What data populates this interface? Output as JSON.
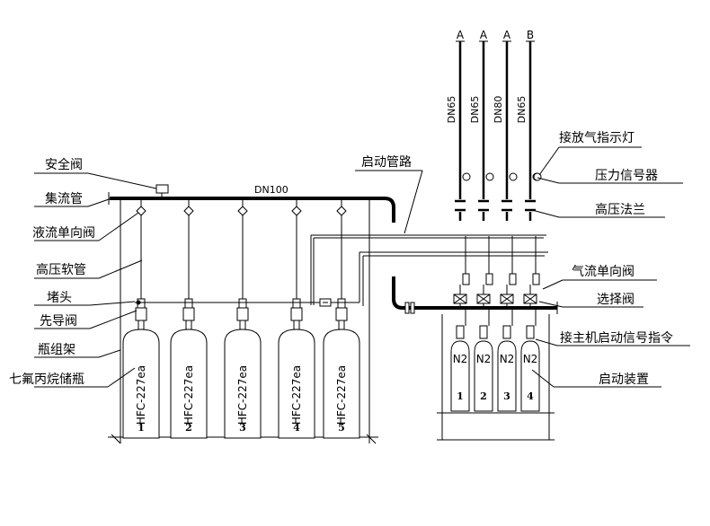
{
  "labels": {
    "safety_valve": "安全阀",
    "manifold": "集流管",
    "liquid_check_valve": "液流单向阀",
    "hp_hose": "高压软管",
    "plug": "堵头",
    "pilot_valve": "先导阀",
    "bottle_rack": "瓶组架",
    "hfc_bottle": "七氟丙烷储瓶",
    "start_pipeline": "启动管路",
    "release_lamp": "接放气指示灯",
    "pressure_signal": "压力信号器",
    "hp_flange": "高压法兰",
    "gas_check_valve": "气流单向阀",
    "selector_valve": "选择阀",
    "host_signal": "接主机启动信号指令",
    "start_device": "启动装置"
  },
  "pipe_sizes": {
    "manifold": "DN100",
    "branches": [
      {
        "top": "A",
        "size": "DN65"
      },
      {
        "top": "A",
        "size": "DN65"
      },
      {
        "top": "A",
        "size": "DN80"
      },
      {
        "top": "B",
        "size": "DN65"
      }
    ]
  },
  "agent_bottles": [
    {
      "agent": "HFC-227ea",
      "number": "1"
    },
    {
      "agent": "HFC-227ea",
      "number": "2"
    },
    {
      "agent": "HFC-227ea",
      "number": "3"
    },
    {
      "agent": "HFC-227ea",
      "number": "4"
    },
    {
      "agent": "HFC-227ea",
      "number": "5"
    }
  ],
  "start_bottles": [
    {
      "gas": "N2",
      "number": "1"
    },
    {
      "gas": "N2",
      "number": "2"
    },
    {
      "gas": "N2",
      "number": "3"
    },
    {
      "gas": "N2",
      "number": "4"
    }
  ]
}
